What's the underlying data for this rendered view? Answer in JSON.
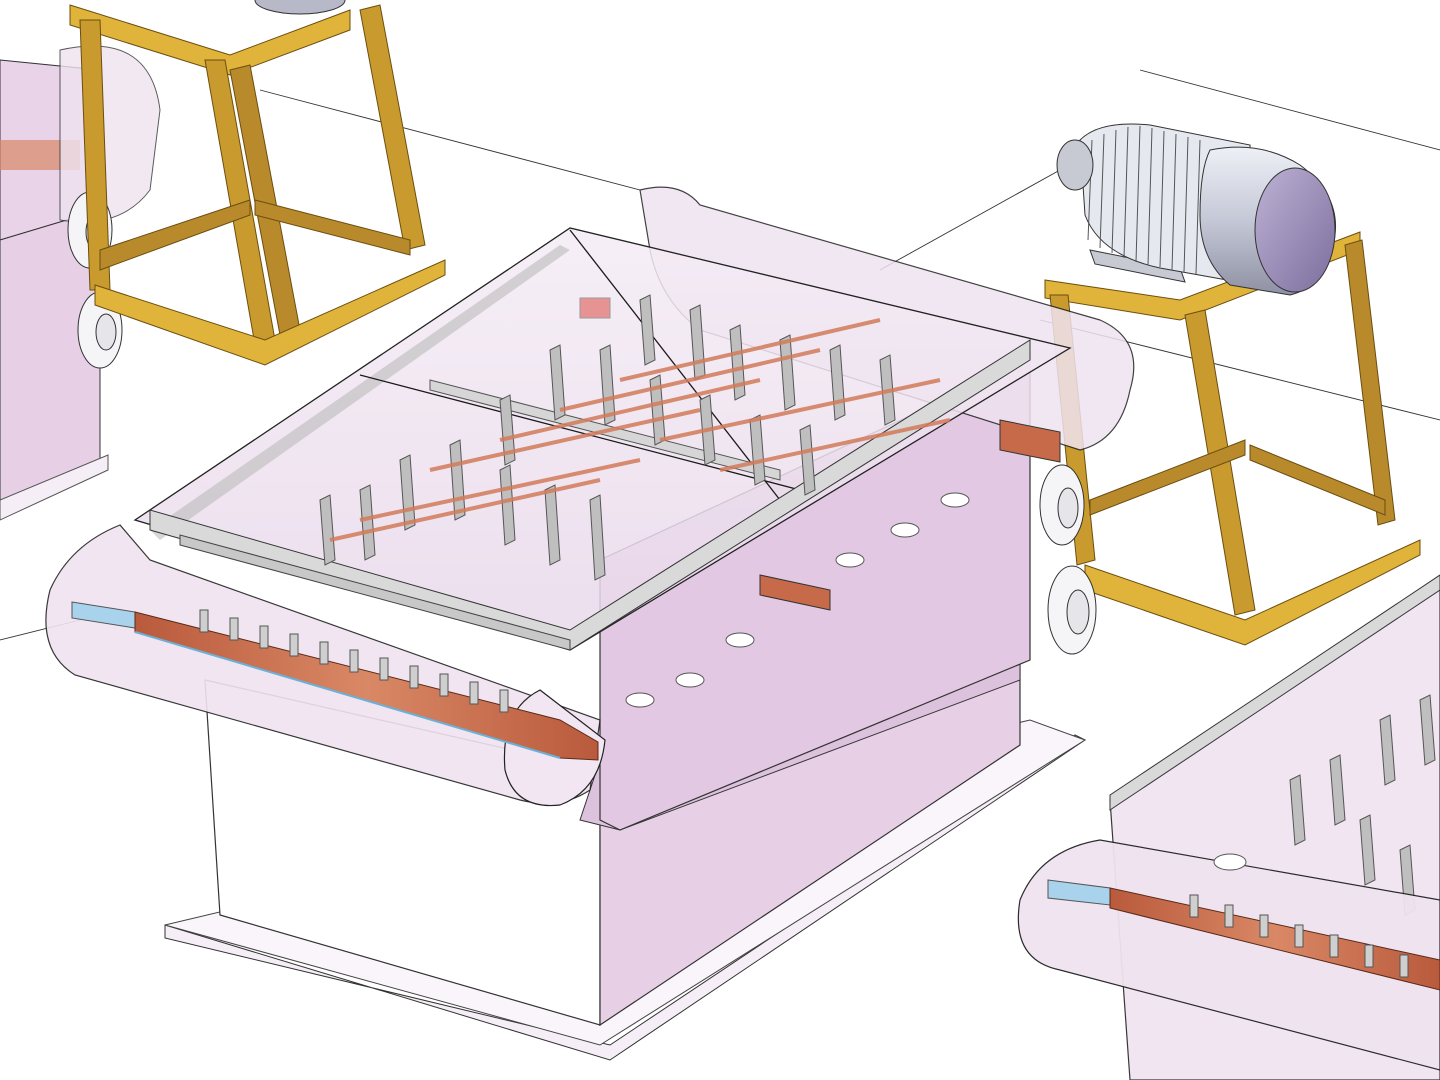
{
  "scene": {
    "kind": "3D CAD isometric render",
    "background": "#ffffff",
    "colors": {
      "housing": "#e7cfe6",
      "housing_dark": "#d7b9d6",
      "glass": "#f1e6f2",
      "frame_gold": "#e0b33a",
      "frame_brown": "#b88a2c",
      "copper": "#c66a4a",
      "blue_pad": "#a9d2ec",
      "motor_body": "#c9ccd8",
      "motor_cap": "#9d8fb8",
      "plate": "#a6a6a6",
      "red_block": "#e79393"
    },
    "objects": [
      {
        "name": "main-machine",
        "parts": [
          "transparent-cover",
          "roller-front",
          "roller-back",
          "copper-bar",
          "rake-plates",
          "pedestal",
          "base-slab"
        ]
      },
      {
        "name": "motor-assembly",
        "parts": [
          "electric-motor",
          "motor-stand"
        ]
      },
      {
        "name": "left-stand",
        "parts": [
          "stand-frame"
        ]
      },
      {
        "name": "left-machine-partial",
        "parts": [
          "housing",
          "flanges"
        ]
      },
      {
        "name": "right-machine-partial",
        "parts": [
          "cover",
          "roller",
          "copper-bar"
        ]
      }
    ]
  }
}
